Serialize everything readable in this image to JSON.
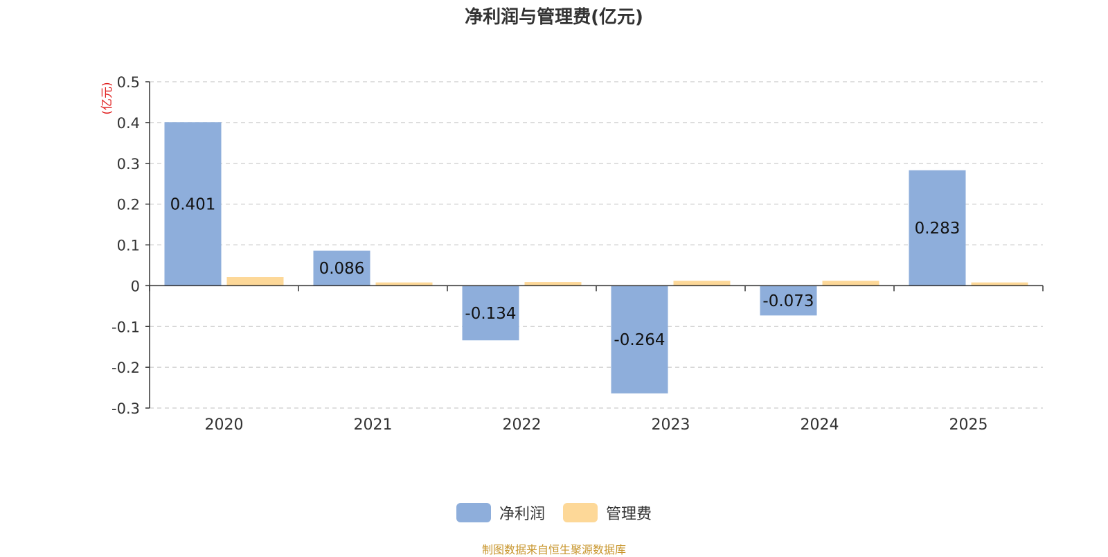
{
  "chart_data": {
    "type": "bar",
    "title": "净利润与管理费(亿元)",
    "ylabel": "(亿元)",
    "xlabel": "",
    "categories": [
      "2020",
      "2021",
      "2022",
      "2023",
      "2024",
      "2025"
    ],
    "ylim": [
      -0.3,
      0.5
    ],
    "yticks": [
      "0.5",
      "0.4",
      "0.3",
      "0.2",
      "0.1",
      "0",
      "-0.1",
      "-0.2",
      "-0.3"
    ],
    "grid": true,
    "legend_position": "bottom",
    "series": [
      {
        "name": "净利润",
        "color": "#8eaedb",
        "values": [
          0.401,
          0.086,
          -0.134,
          -0.264,
          -0.073,
          0.283
        ],
        "labels": [
          "0.401",
          "0.086",
          "-0.134",
          "-0.264",
          "-0.073",
          "0.283"
        ]
      },
      {
        "name": "管理费",
        "color": "#fdd898",
        "values": [
          0.021,
          0.008,
          0.009,
          0.012,
          0.012,
          0.008
        ]
      }
    ]
  },
  "source_note": "制图数据来自恒生聚源数据库"
}
